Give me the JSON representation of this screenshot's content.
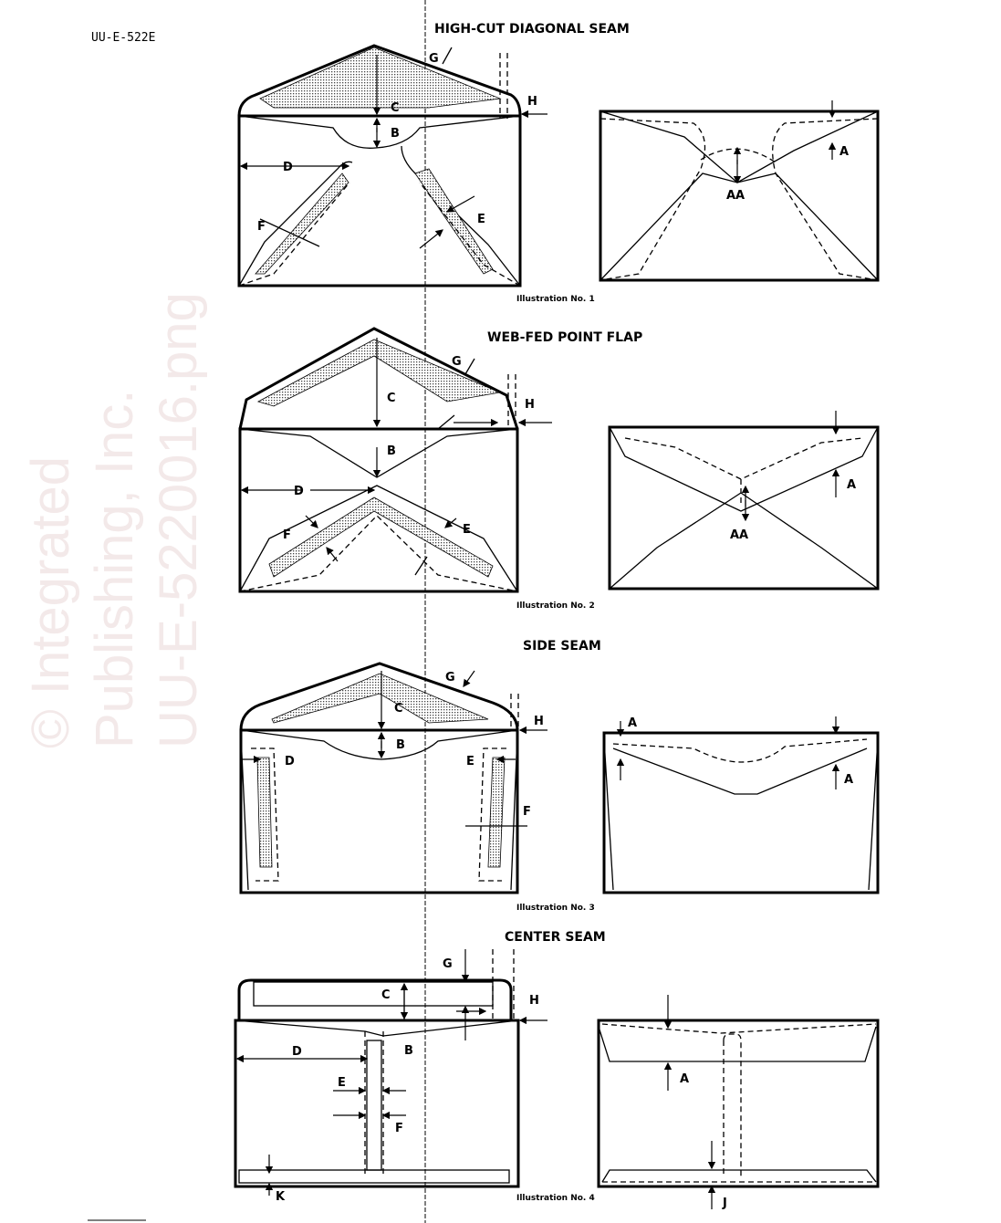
{
  "doc_code": "UU-E-522E",
  "watermark": [
    "© Integrated",
    "Publishing, Inc.",
    "UU-E-5220016.png"
  ],
  "illustrations": [
    {
      "title": "HIGH-CUT DIAGONAL SEAM",
      "caption": "Illustration No. 1",
      "labels": [
        "G",
        "C",
        "B",
        "H",
        "D",
        "E",
        "F",
        "A",
        "AA"
      ]
    },
    {
      "title": "WEB-FED POINT FLAP",
      "caption": "Illustration No. 2",
      "labels": [
        "G",
        "C",
        "B",
        "H",
        "D",
        "E",
        "F",
        "A",
        "AA"
      ]
    },
    {
      "title": "SIDE SEAM",
      "caption": "Illustration No. 3",
      "labels": [
        "G",
        "C",
        "B",
        "H",
        "D",
        "E",
        "F",
        "A",
        "A"
      ]
    },
    {
      "title": "CENTER SEAM",
      "caption": "Illustration No. 4",
      "labels": [
        "G",
        "C",
        "B",
        "H",
        "D",
        "E",
        "F",
        "K",
        "A",
        "J"
      ]
    }
  ]
}
